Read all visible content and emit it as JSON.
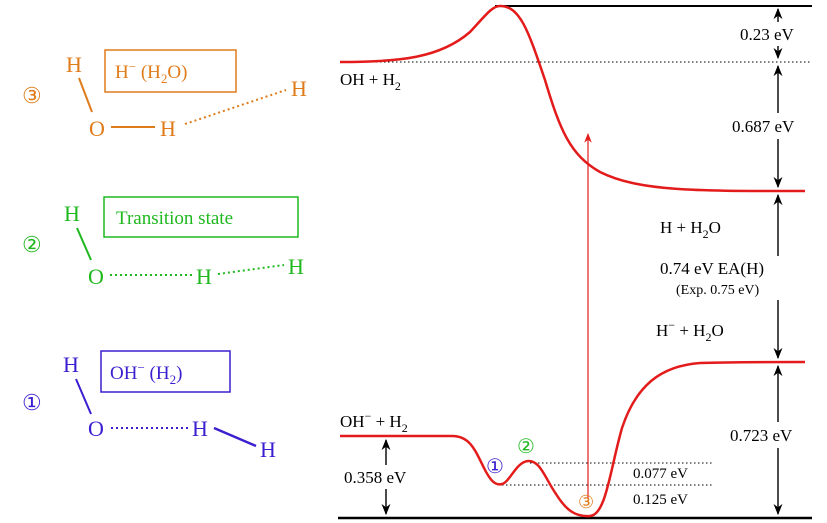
{
  "colors": {
    "orange": "#e07b1a",
    "green": "#1fb81f",
    "blue": "#3a1fd0",
    "red": "#e31b1b",
    "black": "#000000"
  },
  "structures": {
    "s3": {
      "marker": "③",
      "box_label_parts": [
        "H",
        "−",
        " (H",
        "2",
        "O)"
      ],
      "atoms": {
        "h_top": "H",
        "o": "O",
        "h_mid": "H",
        "h_far": "H"
      }
    },
    "s2": {
      "marker": "②",
      "box_label": "Transition state",
      "atoms": {
        "h_top": "H",
        "o": "O",
        "h_mid": "H",
        "h_far": "H"
      }
    },
    "s1": {
      "marker": "①",
      "box_label_parts": [
        "OH",
        "−",
        " (H",
        "2",
        ")"
      ],
      "atoms": {
        "h_top": "H",
        "o": "O",
        "h_mid": "H",
        "h_far": "H"
      }
    }
  },
  "energy_diagram": {
    "levels": {
      "oh_h2": [
        "OH + H",
        "2"
      ],
      "h_h2o": [
        "H + H",
        "2",
        "O"
      ],
      "hminus_h2o": [
        "H",
        "−",
        " + H",
        "2",
        "O"
      ],
      "ohminus_h2": [
        "OH",
        "−",
        " + H",
        "2"
      ]
    },
    "gaps": {
      "top_barrier": "0.23 eV",
      "oh_to_h": "0.687 eV",
      "ea_h": "0.74 eV EA(H)",
      "ea_exp": "(Exp. 0.75 eV)",
      "right_bottom": "0.723 eV",
      "left_bottom": "0.358 eV",
      "well_small": "0.077 eV",
      "well_deep": "0.125 eV"
    },
    "point_markers": {
      "p1": "①",
      "p2": "②",
      "p3": "③"
    }
  }
}
